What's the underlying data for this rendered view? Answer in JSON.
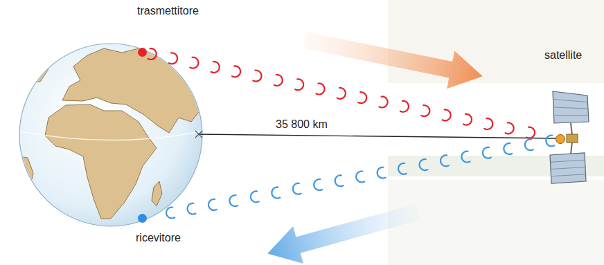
{
  "diagram": {
    "nodes": [
      {
        "text": [
          "trasmettitore"
        ]
      },
      {
        "text": [
          "satellite"
        ]
      },
      {
        "text": [
          "ricevitore"
        ]
      }
    ],
    "edges": [
      {
        "from": 0,
        "to": 1,
        "arrow": "none"
      },
      {
        "from": 1,
        "to": 2,
        "arrow": "none"
      }
    ],
    "labels": [
      "35 800 km"
    ]
  }
}
